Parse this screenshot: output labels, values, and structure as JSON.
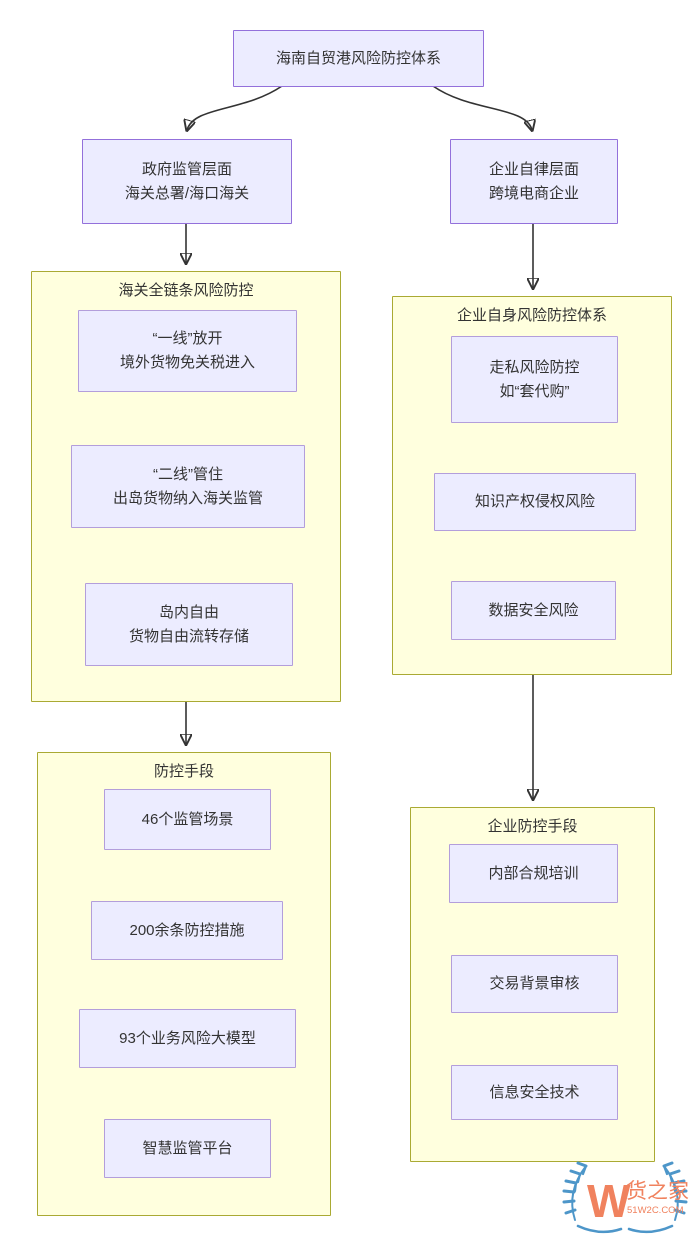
{
  "nodes": {
    "root": {
      "label": "海南自贸港风险防控体系"
    },
    "government": {
      "line1": "政府监管层面",
      "line2": "海关总署/海口海关"
    },
    "enterprise": {
      "line1": "企业自律层面",
      "line2": "跨境电商企业"
    }
  },
  "clusters": {
    "customs": {
      "title": "海关全链条风险防控",
      "boxes": [
        {
          "line1": "“一线”放开",
          "line2": "境外货物免关税进入"
        },
        {
          "line1": "“二线”管住",
          "line2": "出岛货物纳入海关监管"
        },
        {
          "line1": "岛内自由",
          "line2": "货物自由流转存储"
        }
      ]
    },
    "enterprise_risk": {
      "title": "企业自身风险防控体系",
      "boxes": [
        {
          "line1": "走私风险防控",
          "line2": "如“套代购”"
        },
        {
          "line1": "知识产权侵权风险"
        },
        {
          "line1": "数据安全风险"
        }
      ]
    },
    "control_measures": {
      "title": "防控手段",
      "boxes": [
        {
          "line1": "46个监管场景"
        },
        {
          "line1": "200余条防控措施"
        },
        {
          "line1": "93个业务风险大模型"
        },
        {
          "line1": "智慧监管平台"
        }
      ]
    },
    "enterprise_measures": {
      "title": "企业防控手段",
      "boxes": [
        {
          "line1": "内部合规培训"
        },
        {
          "line1": "交易背景审核"
        },
        {
          "line1": "信息安全技术"
        }
      ]
    }
  },
  "logo": {
    "monogram": "W",
    "brand": "货之家",
    "domain": "51W2C.COM"
  },
  "colors": {
    "node_fill": "#ECECFF",
    "node_border": "#9370DB",
    "inner_node_border": "#b39edb",
    "cluster_fill": "#FFFFDE",
    "cluster_border": "#AAAA33",
    "edge": "#333333",
    "text": "#333333",
    "logo_blue": "#4D96C9",
    "logo_coral": "#F0825E"
  }
}
